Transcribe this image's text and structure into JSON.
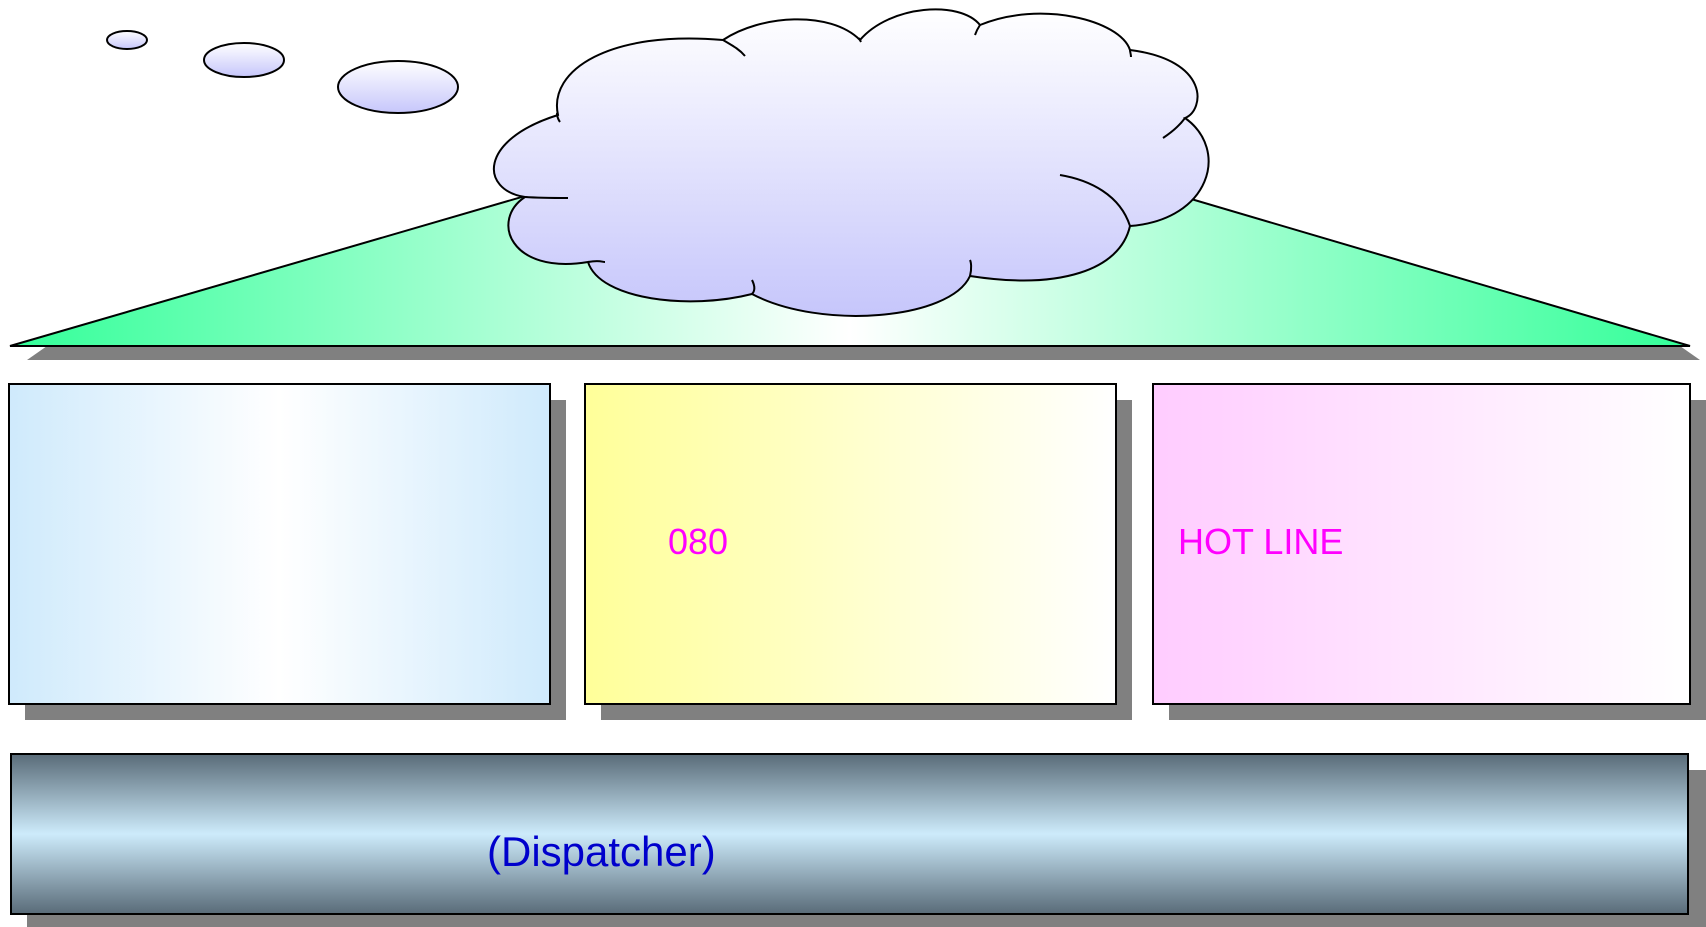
{
  "boxes": [
    {
      "label": ""
    },
    {
      "label": "080"
    },
    {
      "label": "HOT LINE"
    }
  ],
  "dispatcher": {
    "label": "(Dispatcher)"
  },
  "colors": {
    "box_label": "#ff00ff",
    "dispatcher_label": "#0000cc",
    "shadow": "#808080",
    "triangle_edge": "#33ff99",
    "cloud_fill": "#c8c8ff"
  }
}
